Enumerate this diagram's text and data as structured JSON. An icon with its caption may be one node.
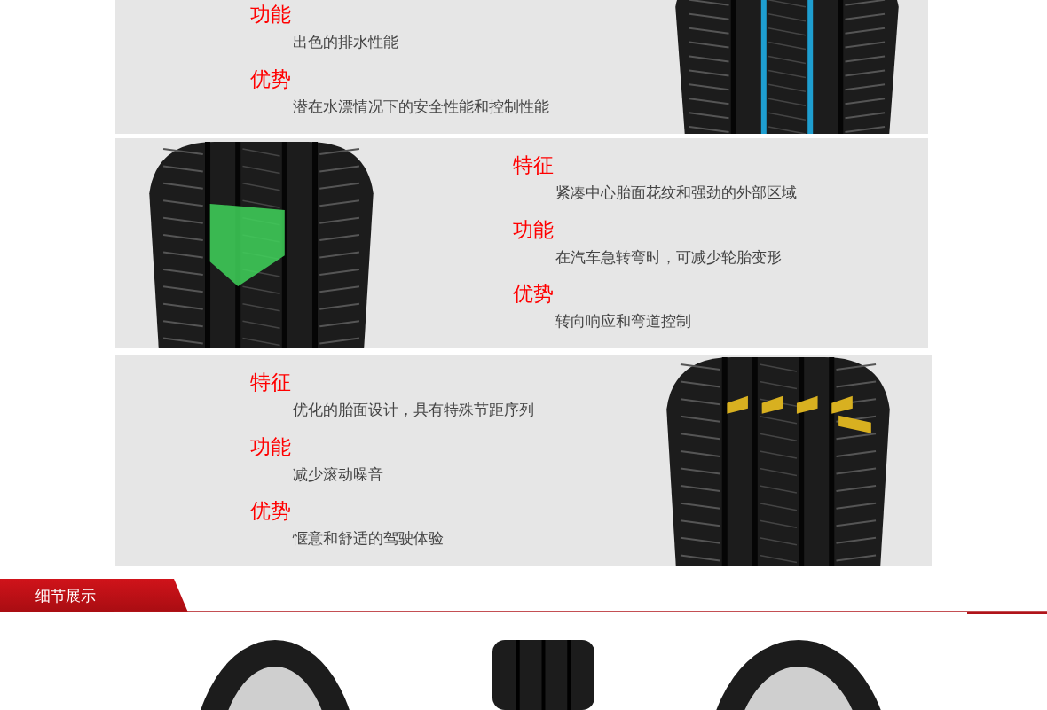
{
  "diagram": {
    "nodes": [
      {
        "text": [
          "功能",
          "出色的排水性能",
          "优势",
          "潜在水漂情况下的安全性能和控制性能"
        ]
      },
      {
        "text": [
          "特征",
          "紧凑中心胎面花纹和强劲的外部区域",
          "功能",
          "在汽车急转弯时，可减少轮胎变形",
          "优势",
          "转向响应和弯道控制"
        ]
      },
      {
        "text": [
          "特征",
          "优化的胎面设计，具有特殊节距序列",
          "功能",
          "减少滚动噪音",
          "优势",
          "惬意和舒适的驾驶体验"
        ]
      },
      {
        "text": [
          "细节展示"
        ]
      }
    ]
  }
}
